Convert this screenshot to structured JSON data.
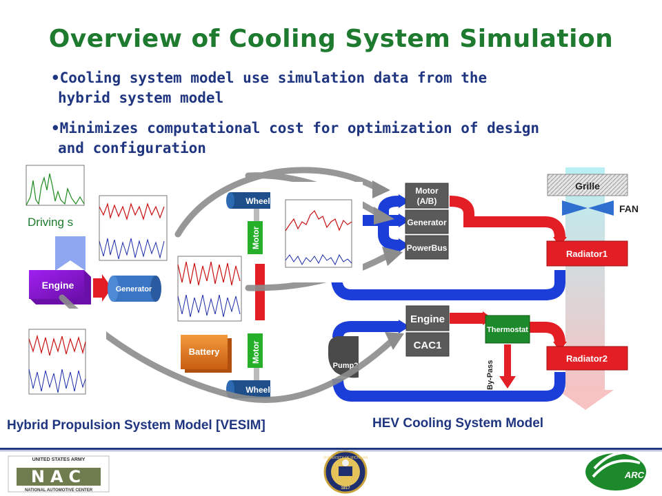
{
  "title": "Overview of Cooling System Simulation",
  "bullets": [
    {
      "line1": "•Cooling system model use simulation data from the",
      "line2": "hybrid system model"
    },
    {
      "line1": "•Minimizes computational cost for optimization of design",
      "line2": "and configuration"
    }
  ],
  "hybrid_model": {
    "driving_label": "Driving s",
    "engine": "Engine",
    "generator": "Generator",
    "battery": "Battery",
    "motor_top": "Motor",
    "motor_bottom": "Motor",
    "wheel_top": "Wheel",
    "wheel_bottom": "Wheel",
    "caption": "Hybrid Propulsion System Model [VESIM]"
  },
  "cooling_model": {
    "motor": "Motor",
    "motor_sub": "(A/B)",
    "generator": "Generator",
    "powerbus": "PowerBus",
    "engine": "Engine",
    "cac1": "CAC1",
    "thermostat": "Thermostat",
    "bypass": "By-Pass",
    "pump2": "Pump2",
    "radiator1": "Radiator1",
    "radiator2": "Radiator2",
    "grille": "Grille",
    "fan": "FAN",
    "caption": "HEV Cooling System Model"
  },
  "footer": {
    "army_top": "UNITED STATES ARMY",
    "nac": "NAC",
    "army_bottom": "NATIONAL AUTOMOTIVE CENTER",
    "seal_top": "UNIVERSITY OF MICHIGAN",
    "seal_year": "1817",
    "arc": "ARC"
  },
  "colors": {
    "title": "#1e7a2e",
    "text": "#1f3580",
    "hot": "#e31e24",
    "cold": "#1c3ed8",
    "component": "#5a5a5a"
  }
}
